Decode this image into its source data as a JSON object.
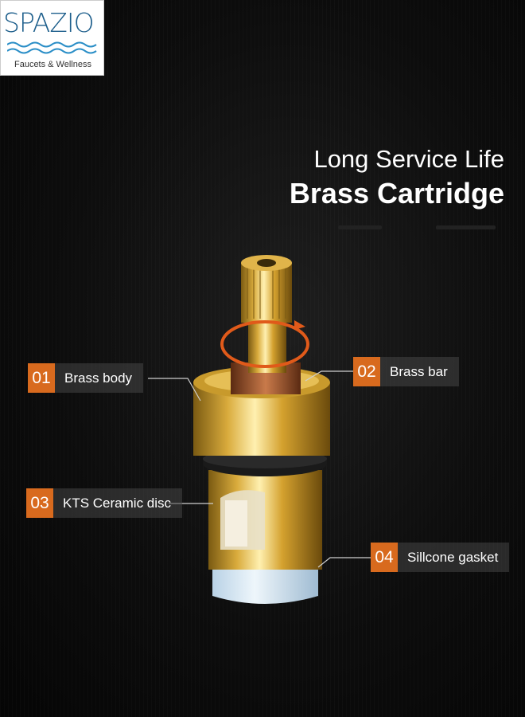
{
  "logo": {
    "brand": "SPAZIO",
    "tagline": "Faucets & Wellness",
    "wave_color": "#2a8ec7"
  },
  "headline": {
    "subtitle": "Long Service Life",
    "title": "Brass Cartridge"
  },
  "callouts": [
    {
      "number": "01",
      "label": "Brass body"
    },
    {
      "number": "02",
      "label": "Brass bar"
    },
    {
      "number": "03",
      "label": "KTS Ceramic disc"
    },
    {
      "number": "04",
      "label": "Sillcone gasket"
    }
  ],
  "colors": {
    "accent": "#d86a1e",
    "brass": "#d4a73a",
    "background": "#0d0d0d"
  }
}
